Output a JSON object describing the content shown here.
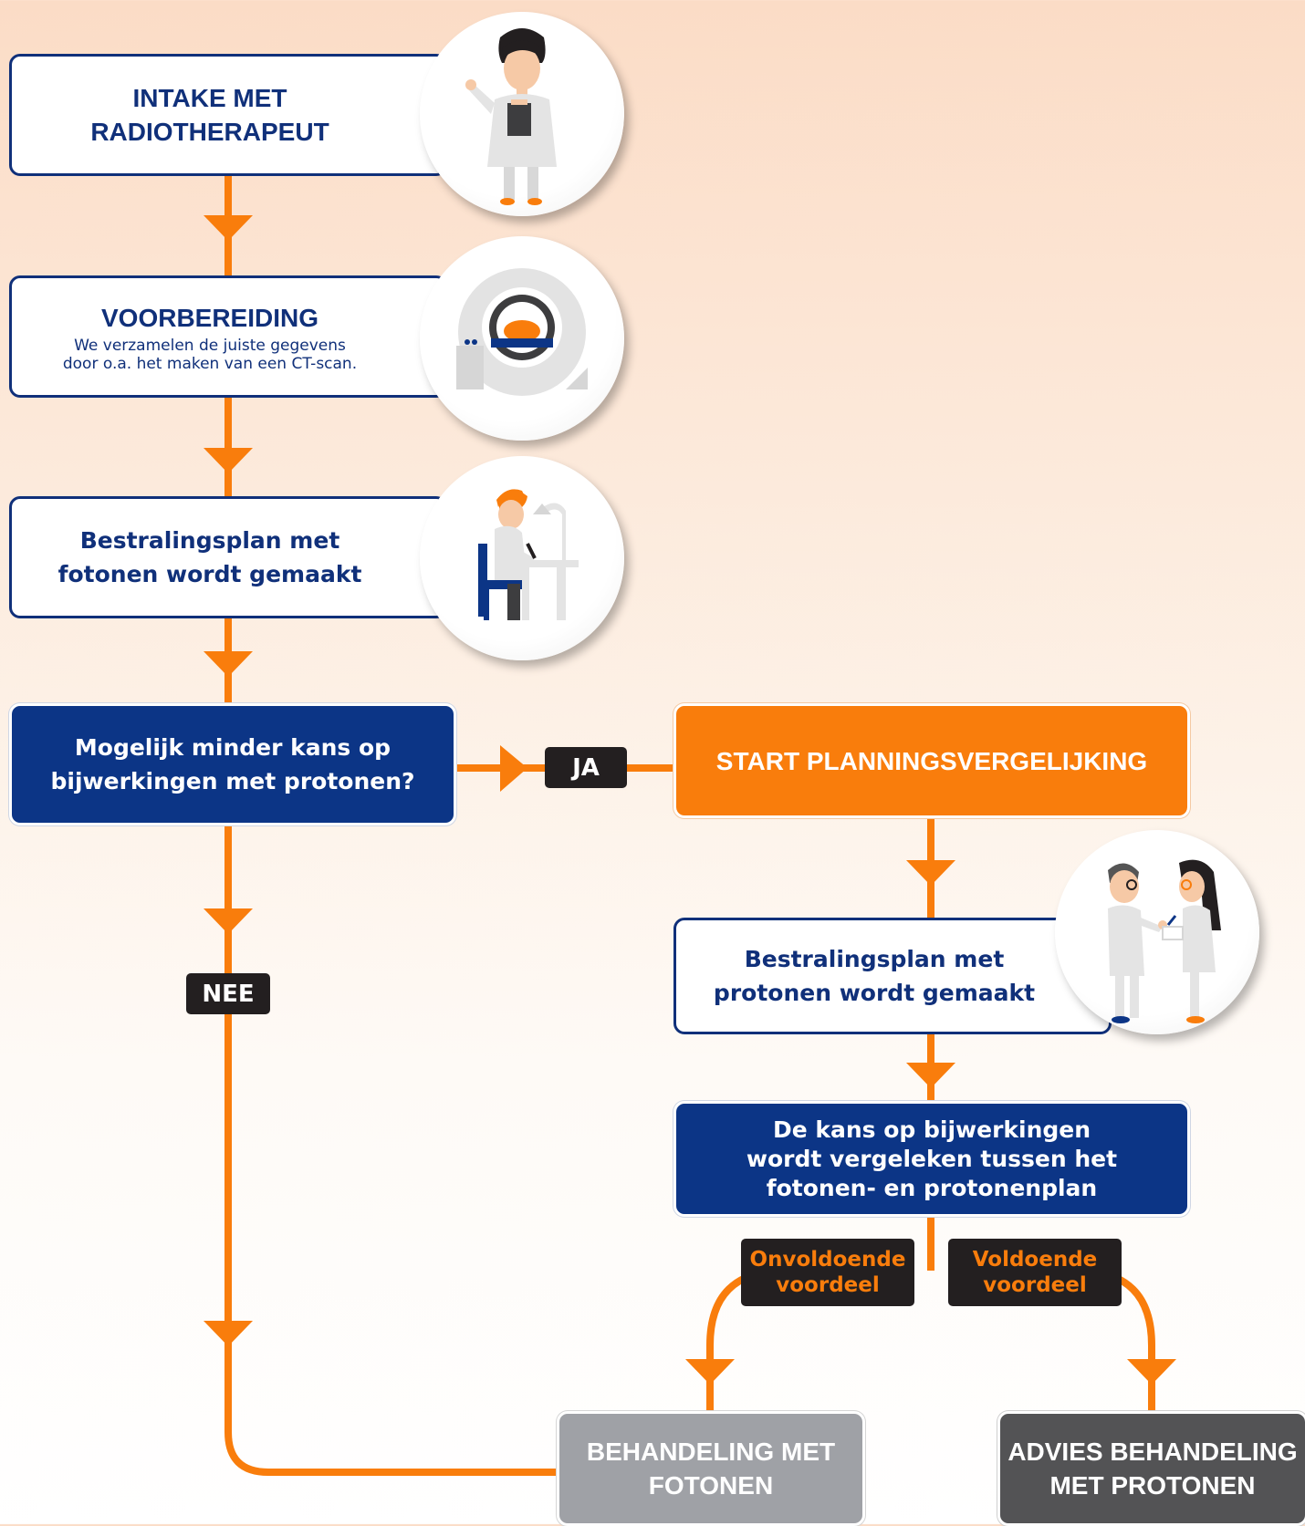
{
  "colors": {
    "accent_orange": "#f97d0c",
    "navy": "#0c3586",
    "box_border": "#10307a",
    "grey_box": "#9fa1a6",
    "dark_grey_box": "#535355",
    "tag_bg": "#231f20"
  },
  "steps": {
    "intake": {
      "line1": "INTAKE MET",
      "line2": "RADIOTHERAPEUT",
      "icon": "doctor-clipboard-icon"
    },
    "voorbereiding": {
      "title": "VOORBEREIDING",
      "sub1": "We verzamelen de juiste gegevens",
      "sub2": "door o.a. het maken van een CT-scan.",
      "icon": "ct-scanner-icon"
    },
    "fotonen_plan": {
      "line1": "Bestralingsplan met",
      "line2": "fotonen wordt gemaakt",
      "icon": "planner-at-desk-icon"
    },
    "question": {
      "line1": "Mogelijk minder kans op",
      "line2": "bijwerkingen met protonen?"
    },
    "start": {
      "label": "START PLANNINGSVERGELIJKING"
    },
    "protonen_plan": {
      "line1": "Bestralingsplan met",
      "line2": "protonen wordt gemaakt",
      "icon": "two-doctors-discussing-icon"
    },
    "compare": {
      "line1": "De kans op bijwerkingen",
      "line2": "wordt vergeleken tussen het",
      "line3": "fotonen- en protonenplan"
    },
    "behandeling_fotonen": {
      "line1": "BEHANDELING MET",
      "line2": "FOTONEN"
    },
    "advies_protonen": {
      "line1": "ADVIES BEHANDELING",
      "line2": "MET PROTONEN"
    }
  },
  "tags": {
    "ja": "JA",
    "nee": "NEE",
    "onvoldoende": {
      "line1": "Onvoldoende",
      "line2": "voordeel"
    },
    "voldoende": {
      "line1": "Voldoende",
      "line2": "voordeel"
    }
  }
}
